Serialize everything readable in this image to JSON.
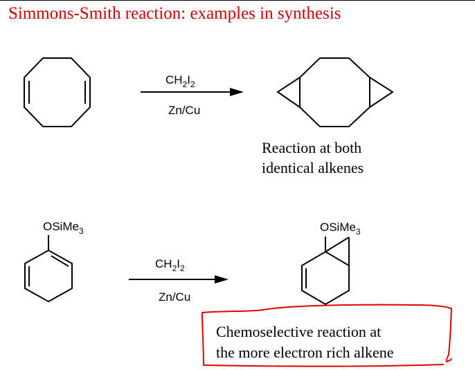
{
  "title": "Simmons-Smith reaction: examples in synthesis",
  "reaction1": {
    "reagent_top": {
      "prefix": "CH",
      "sub1": "2",
      "mid": "I",
      "sub2": "2"
    },
    "reagent_bottom": "Zn/Cu",
    "caption_line1": "Reaction at both",
    "caption_line2": "identical alkenes"
  },
  "reaction2": {
    "substituent_reactant": {
      "prefix": "OSiMe",
      "sub": "3"
    },
    "substituent_product": {
      "prefix": "OSiMe",
      "sub": "3"
    },
    "reagent_top": {
      "prefix": "CH",
      "sub1": "2",
      "mid": "I",
      "sub2": "2"
    },
    "reagent_bottom": "Zn/Cu",
    "caption_line1": "Chemoselective reaction at",
    "caption_line2": "the more electron rich alkene"
  },
  "colors": {
    "title": "#cc0000",
    "annotation": "#e00000",
    "ink": "#000000"
  }
}
